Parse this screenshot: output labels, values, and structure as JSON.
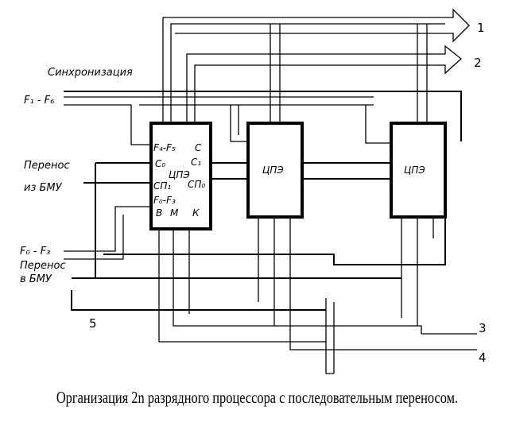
{
  "labels": {
    "sync": "Синхронизация",
    "f1_f6": "F₁ - F₆",
    "carry_in_1": "Перенос",
    "carry_in_2": "из БМУ",
    "f0_f3": "F₀ - F₃",
    "carry_out_1": "Перенос",
    "carry_out_2": "в БМУ"
  },
  "block1": {
    "name": "ЦПЭ",
    "f4f5": "F₄-F₅",
    "c": "C",
    "c0": "C₀",
    "c1": "C₁",
    "sp1": "СП₁",
    "sp0": "СП₀",
    "f0f3": "F₀-F₃",
    "v": "В",
    "m": "М",
    "k": "К"
  },
  "block2": {
    "name": "ЦПЭ"
  },
  "block3": {
    "name": "ЦПЭ"
  },
  "numbers": {
    "n1": "1",
    "n2": "2",
    "n3": "3",
    "n4": "4",
    "n5": "5"
  },
  "caption": "Организация 2n разрядного процессора с последовательным переносом."
}
